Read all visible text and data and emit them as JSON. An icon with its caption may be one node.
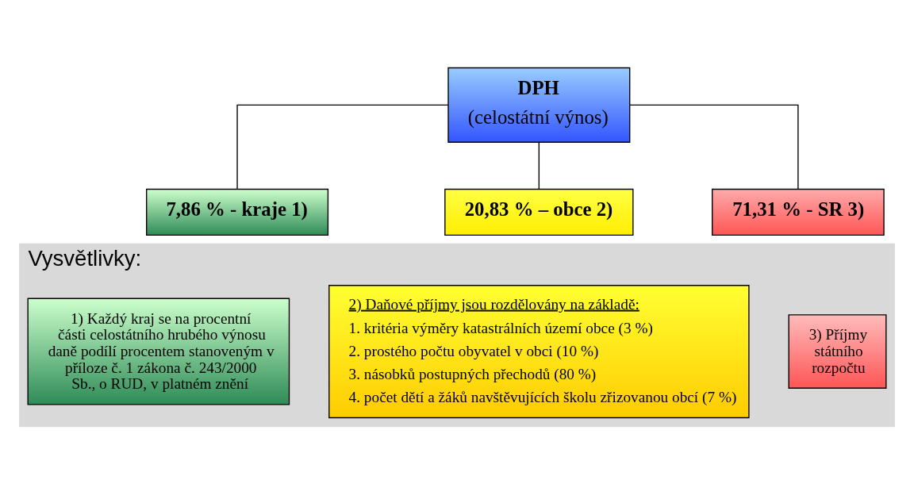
{
  "diagram": {
    "nodes": [
      {
        "text": [
          "DPH",
          "(celostátní výnos)"
        ]
      },
      {
        "text": [
          "7,86 % - kraje 1)"
        ]
      },
      {
        "text": [
          "20,83 % – obce 2)"
        ]
      },
      {
        "text": [
          "71,31 % - SR 3)"
        ]
      },
      {
        "text": [
          "Vysvětlivky:"
        ]
      },
      {
        "text": [
          "1) Každý kraj se na procentní části celostátního hrubého výnosu daně podílí procentem stanoveným v příloze č. 1 zákona č. 243/2000 Sb., o RUD, v platném znění"
        ],
        "in": 4
      },
      {
        "text": [
          "2) Daňové příjmy jsou rozdělovány na základě:",
          "1. kritéria výměry katastrálních území obce (3 %)",
          "2. prostého počtu obyvatel v obci (10 %)",
          "3. násobků postupných přechodů (80 %)",
          "4. počet dětí a žáků navštěvujících školu zřizovanou obcí (7 %)"
        ],
        "in": 4
      },
      {
        "text": [
          "3) Příjmy státního rozpočtu"
        ],
        "in": 4
      }
    ],
    "edges": [
      {
        "from": 0,
        "to": 1,
        "arrow": "none"
      },
      {
        "from": 0,
        "to": 2,
        "arrow": "none"
      },
      {
        "from": 0,
        "to": 3,
        "arrow": "none"
      }
    ]
  }
}
